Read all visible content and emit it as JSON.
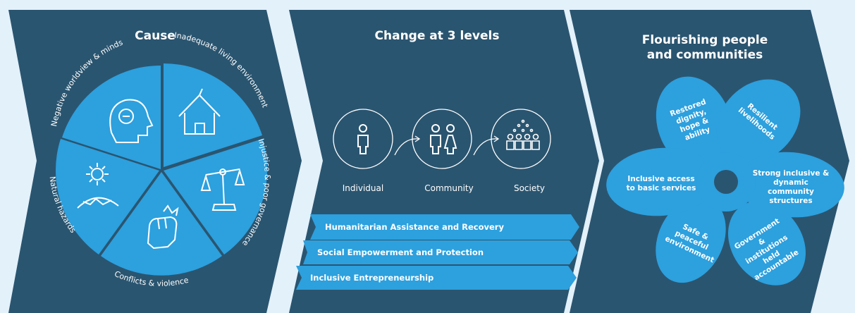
{
  "panels": {
    "cause": {
      "title": "Cause",
      "segments": [
        {
          "label": "Negative worldview & minds",
          "icon": "head-icon"
        },
        {
          "label": "Inadequate living environment",
          "icon": "house-icon"
        },
        {
          "label": "Injustice & poor governance",
          "icon": "scales-icon"
        },
        {
          "label": "Conflicts & violence",
          "icon": "fist-icon"
        },
        {
          "label": "Natural hazards",
          "icon": "earth-icon"
        }
      ]
    },
    "change": {
      "title": "Change at 3 levels",
      "levels": [
        {
          "label": "Individual",
          "icon": "person-icon"
        },
        {
          "label": "Community",
          "icon": "couple-icon"
        },
        {
          "label": "Society",
          "icon": "crowd-icon"
        }
      ],
      "bars": [
        "Humanitarian Assistance and Recovery",
        "Social Empowerment and Protection",
        "Inclusive Entrepreneurship"
      ]
    },
    "flourishing": {
      "title_line1": "Flourishing people",
      "title_line2": "and communities",
      "petals": [
        "Restored dignity, hope & ability",
        "Resilient livelihoods",
        "Strong inclusive & dynamic community structures",
        "Government & institutions held accountable",
        "Safe & peaceful environment",
        "Inclusive access to basic services"
      ]
    }
  },
  "colors": {
    "background": "#e3f1fb",
    "panel": "#2a5570",
    "accent": "#2da0de",
    "text": "#ffffff"
  }
}
